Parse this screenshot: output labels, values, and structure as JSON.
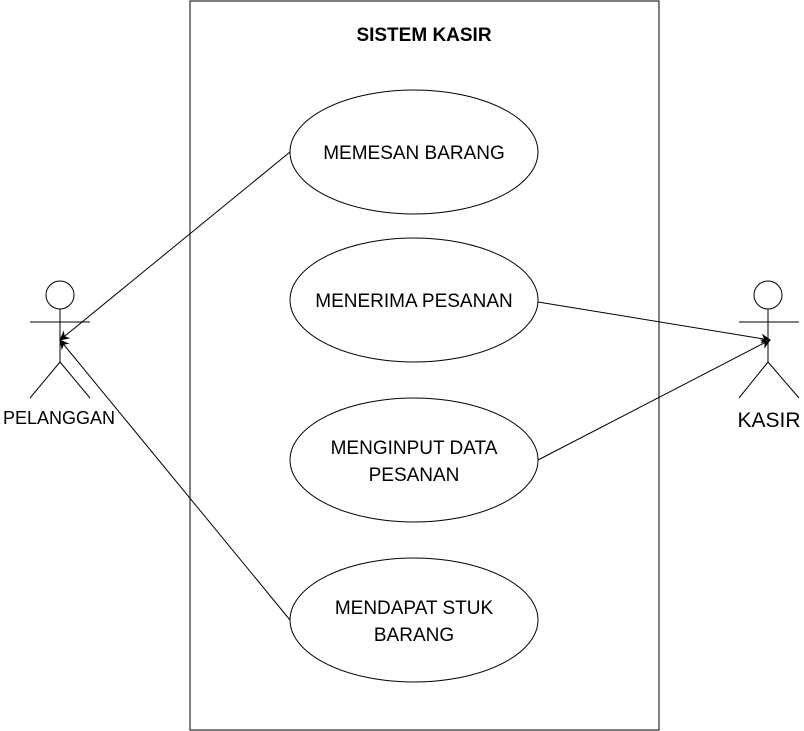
{
  "system": {
    "title": "SISTEM KASIR"
  },
  "use_cases": [
    {
      "id": "memesan",
      "lines": [
        "MEMESAN BARANG"
      ]
    },
    {
      "id": "menerima",
      "lines": [
        "MENERIMA PESANAN"
      ]
    },
    {
      "id": "menginput",
      "lines": [
        "MENGINPUT DATA",
        "PESANAN"
      ]
    },
    {
      "id": "mendapat",
      "lines": [
        "MENDAPAT STUK",
        "BARANG"
      ]
    }
  ],
  "actors": {
    "left": {
      "name": "PELANGGAN"
    },
    "right": {
      "name": "KASIR"
    }
  },
  "associations": [
    {
      "actor": "left",
      "use_case": "memesan",
      "arrow_at": "actor"
    },
    {
      "actor": "left",
      "use_case": "mendapat",
      "arrow_at": "actor"
    },
    {
      "actor": "right",
      "use_case": "menerima",
      "arrow_at": "actor"
    },
    {
      "actor": "right",
      "use_case": "menginput",
      "arrow_at": "actor"
    }
  ]
}
